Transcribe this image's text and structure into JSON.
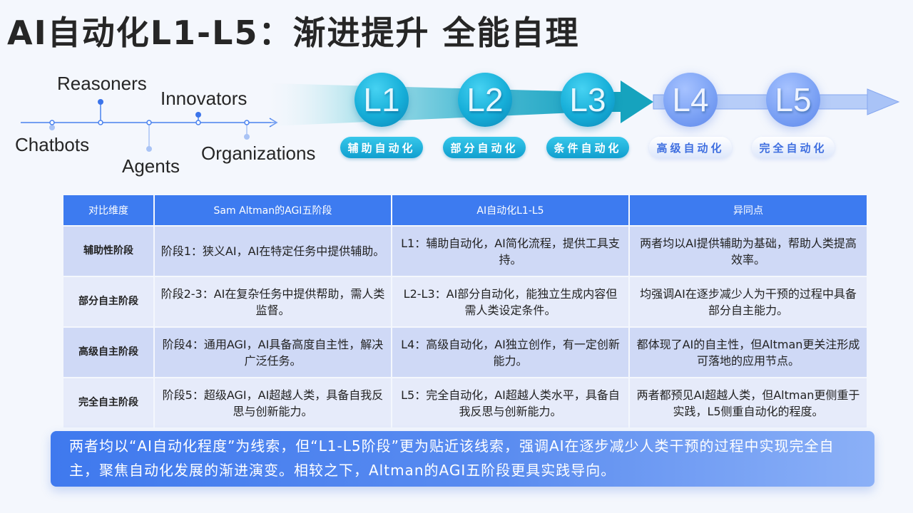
{
  "title": "AI自动化L1-L5：渐进提升 全能自理",
  "timeline": {
    "stages": [
      {
        "label": "Chatbots",
        "position": "below"
      },
      {
        "label": "Reasoners",
        "position": "above"
      },
      {
        "label": "Agents",
        "position": "below"
      },
      {
        "label": "Innovators",
        "position": "above"
      },
      {
        "label": "Organizations",
        "position": "below"
      }
    ],
    "colors": {
      "line": "#4a82ee",
      "light": "#a9c3f5"
    }
  },
  "levels": [
    {
      "code": "L1",
      "label": "辅助自动化",
      "style": "teal"
    },
    {
      "code": "L2",
      "label": "部分自动化",
      "style": "teal"
    },
    {
      "code": "L3",
      "label": "条件自动化",
      "style": "teal"
    },
    {
      "code": "L4",
      "label": "高级自动化",
      "style": "blue"
    },
    {
      "code": "L5",
      "label": "完全自动化",
      "style": "blue"
    }
  ],
  "table": {
    "headers": [
      "对比维度",
      "Sam Altman的AGI五阶段",
      "AI自动化L1-L5",
      "异同点"
    ],
    "rows": [
      {
        "dimension": "辅助性阶段",
        "altman": "阶段1：狭义AI，AI在特定任务中提供辅助。",
        "levels": "L1：辅助自动化，AI简化流程，提供工具支持。",
        "diff": "两者均以AI提供辅助为基础，帮助人类提高效率。"
      },
      {
        "dimension": "部分自主阶段",
        "altman": "阶段2-3：AI在复杂任务中提供帮助，需人类监督。",
        "levels": "L2-L3：AI部分自动化，能独立生成内容但需人类设定条件。",
        "diff": "均强调AI在逐步减少人为干预的过程中具备部分自主能力。"
      },
      {
        "dimension": "高级自主阶段",
        "altman": "阶段4：通用AGI，AI具备高度自主性，解决广泛任务。",
        "levels": "L4：高级自动化，AI独立创作，有一定创新能力。",
        "diff": "都体现了AI的自主性，但Altman更关注形成可落地的应用节点。"
      },
      {
        "dimension": "完全自主阶段",
        "altman": "阶段5：超级AGI，AI超越人类，具备自我反思与创新能力。",
        "levels": "L5：完全自动化，AI超越人类水平，具备自我反思与创新能力。",
        "diff": "两者都预见AI超越人类，但Altman更侧重于实践，L5侧重自动化的程度。"
      }
    ]
  },
  "summary": "两者均以“AI自动化程度”为线索，但“L1-L5阶段”更为贴近该线索，强调AI在逐步减少人类干预的过程中实现完全自主，聚焦自动化发展的渐进演变。相较之下，Altman的AGI五阶段更具实践导向。",
  "colors": {
    "header_bg": "#3d7bf0",
    "row_dark": "#cfd9f6",
    "row_light": "#e6ebfa",
    "teal": "#16aed8",
    "level_blue": "#7da3f5"
  }
}
